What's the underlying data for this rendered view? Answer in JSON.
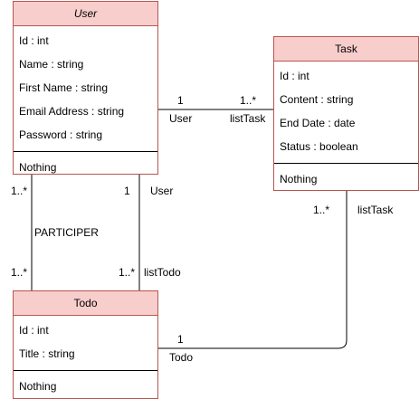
{
  "classes": {
    "user": {
      "name": "User",
      "attributes": [
        "Id : int",
        "Name : string",
        "First Name : string",
        "Email Address : string",
        "Password : string"
      ],
      "operations": [
        "Nothing"
      ]
    },
    "task": {
      "name": "Task",
      "attributes": [
        "Id : int",
        "Content : string",
        "End Date : date",
        "Status : boolean"
      ],
      "operations": [
        "Nothing"
      ]
    },
    "todo": {
      "name": "Todo",
      "attributes": [
        "Id : int",
        "Title : string"
      ],
      "operations": [
        "Nothing"
      ]
    }
  },
  "associations": {
    "user_task": {
      "user_mult": "1",
      "user_role": "User",
      "task_mult": "1..*",
      "task_role": "listTask"
    },
    "participer": {
      "label": "PARTICIPER",
      "user_mult": "1..*",
      "todo_mult": "1..*"
    },
    "user_todo": {
      "user_mult": "1",
      "user_role": "User",
      "todo_mult": "1..*",
      "todo_role": "listTodo"
    },
    "todo_task": {
      "task_mult": "1..*",
      "task_role": "listTask",
      "todo_mult": "1",
      "todo_role": "Todo"
    }
  },
  "colors": {
    "header_fill": "#f8cecc",
    "border": "#b85450",
    "line": "#000000"
  }
}
